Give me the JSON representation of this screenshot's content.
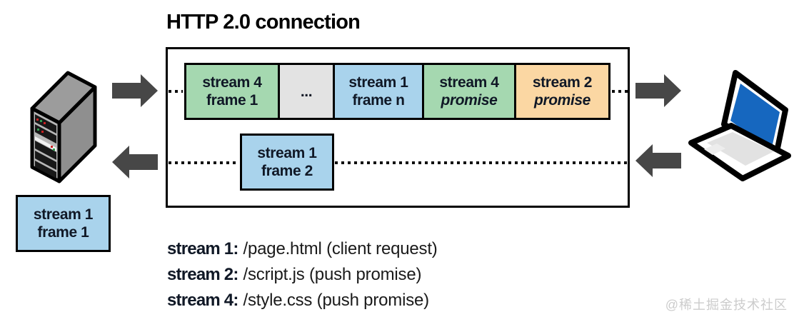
{
  "title": "HTTP 2.0 connection",
  "connection": {
    "frames": [
      {
        "line1": "stream 4",
        "line2": "frame 1"
      },
      {
        "line1": "..."
      },
      {
        "line1": "stream 1",
        "line2": "frame n"
      },
      {
        "line1": "stream 4",
        "line2": "promise"
      },
      {
        "line1": "stream 2",
        "line2": "promise"
      }
    ],
    "response_frame": {
      "line1": "stream 1",
      "line2": "frame 2"
    }
  },
  "server_frame": {
    "line1": "stream 1",
    "line2": "frame 1"
  },
  "legend": {
    "items": [
      {
        "label": "stream 1:",
        "value": "/page.html  (client request)"
      },
      {
        "label": "stream 2:",
        "value": "/script.js  (push promise)"
      },
      {
        "label": "stream 4:",
        "value": "/style.css  (push promise)"
      }
    ]
  },
  "watermark": "@稀土掘金技术社区",
  "icons": {
    "server": "server-tower-icon",
    "laptop": "laptop-icon",
    "arrow_right": "arrow-right-icon",
    "arrow_left": "arrow-left-icon"
  },
  "colors": {
    "frame_green": "#a5d8b0",
    "frame_blue": "#a9d3ec",
    "frame_gray": "#e3e3e3",
    "frame_orange": "#fbd7a3",
    "arrow": "#474747",
    "outline": "#000000",
    "text": "#101826",
    "laptop_screen": "#1667bf",
    "watermark": "#cccccc"
  }
}
